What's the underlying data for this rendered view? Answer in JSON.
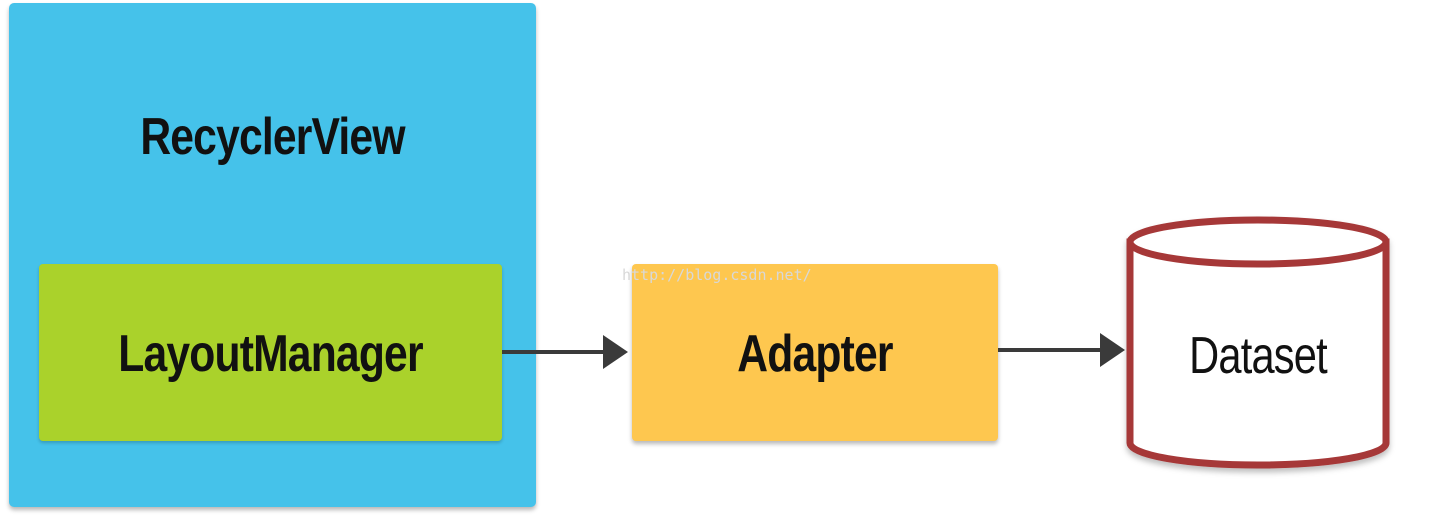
{
  "diagram": {
    "nodes": {
      "recycler_view": {
        "label": "RecyclerView",
        "color": "#45C2EA"
      },
      "layout_manager": {
        "label": "LayoutManager",
        "color": "#AAD22B"
      },
      "adapter": {
        "label": "Adapter",
        "color": "#FEC74F"
      },
      "dataset": {
        "label": "Dataset",
        "stroke_color": "#A63838",
        "fill_color": "#FFFFFF"
      }
    },
    "edges": [
      {
        "from": "layout_manager",
        "to": "adapter",
        "color": "#3A3A3A"
      },
      {
        "from": "adapter",
        "to": "dataset",
        "color": "#3A3A3A"
      }
    ]
  },
  "watermark": "http://blog.csdn.net/"
}
